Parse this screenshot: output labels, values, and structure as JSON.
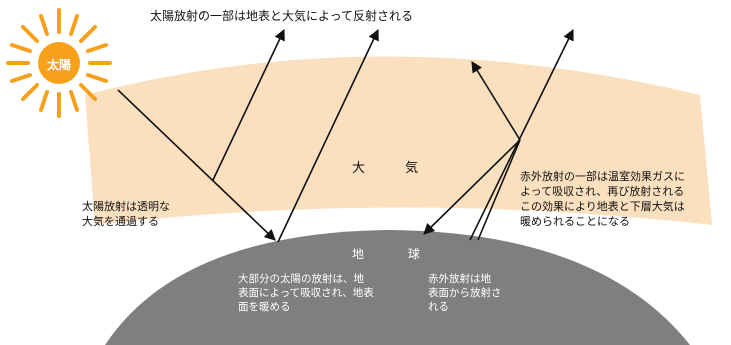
{
  "labels": {
    "sun": "太陽",
    "top_caption": "太陽放射の一部は地表と大気によって反射される",
    "left_caption": "太陽放射は透明な\n大気を通過する",
    "right_caption": "赤外放射の一部は温室効果ガスに\nよって吸収され、再び放射される\nこの効果により地表と下層大気は\n暖められることになる",
    "atmosphere": "大 気",
    "earth": "地 球",
    "earth_left": "大部分の太陽の放射は、地\n表面によって吸収され、地表\n面を暖める",
    "earth_right": "赤外放射は地\n表面から放射さ\nれる"
  },
  "colors": {
    "sun": "#f7a11a",
    "atmosphere": "#fbe0bf",
    "earth": "#7f7f7f",
    "arrow": "#111111"
  }
}
